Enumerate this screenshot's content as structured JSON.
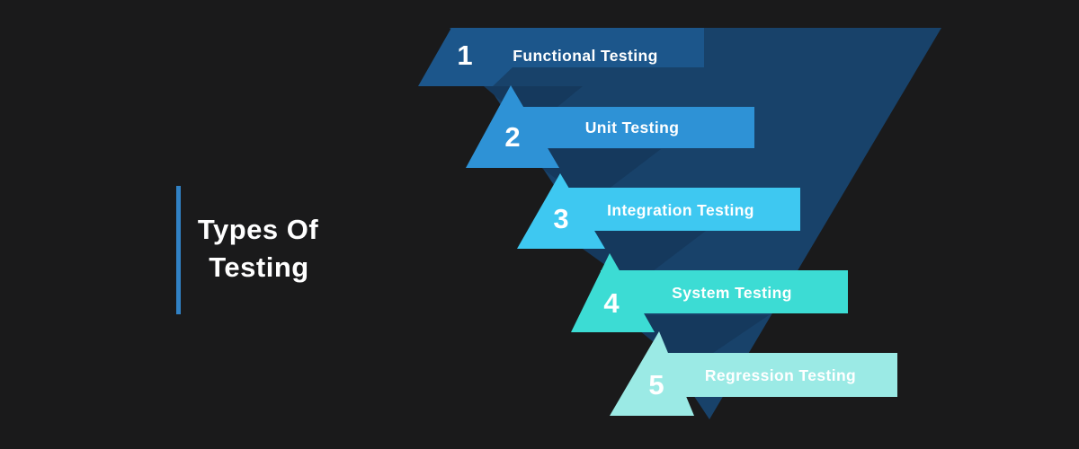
{
  "page": {
    "background_color": "#1a1a1b",
    "text_color": "#ffffff"
  },
  "title": {
    "line1": "Types Of",
    "line2": "Testing",
    "accent_color": "#3181c4"
  },
  "funnel": {
    "backdrop_color": "#18426a",
    "fold_shadow_color": "#15395d",
    "steps": [
      {
        "number": "1",
        "label": "Functional Testing",
        "color": "#1c568b"
      },
      {
        "number": "2",
        "label": "Unit Testing",
        "color": "#2e92d6"
      },
      {
        "number": "3",
        "label": "Integration Testing",
        "color": "#3ec8f1"
      },
      {
        "number": "4",
        "label": "System Testing",
        "color": "#3cdcd4"
      },
      {
        "number": "5",
        "label": "Regression Testing",
        "color": "#9beae5"
      }
    ]
  }
}
